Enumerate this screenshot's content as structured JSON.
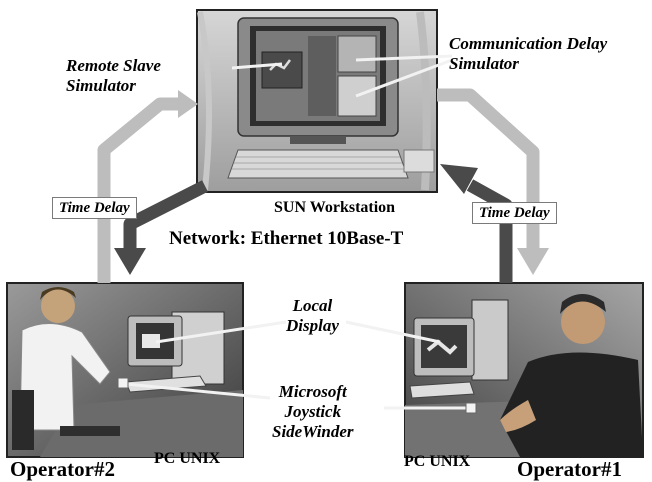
{
  "labels": {
    "remote_slave_simulator": [
      "Remote Slave",
      "Simulator"
    ],
    "communication_delay_simulator": [
      "Communication Delay",
      "Simulator"
    ],
    "sun_workstation": "SUN Workstation",
    "time_delay_left": "Time Delay",
    "time_delay_right": "Time Delay",
    "network": "Network: Ethernet 10Base-T",
    "local_display": [
      "Local",
      "Display"
    ],
    "joystick": [
      "Microsoft",
      "Joystick",
      "SideWinder"
    ],
    "pc_unix_left": "PC UNIX",
    "pc_unix_right": "PC UNIX",
    "operator_2": "Operator#2",
    "operator_1": "Operator#1"
  },
  "colors": {
    "arrow_light": "#bdbdbd",
    "arrow_dark": "#4a4a4a",
    "leader_line": "#f2f2f2"
  }
}
